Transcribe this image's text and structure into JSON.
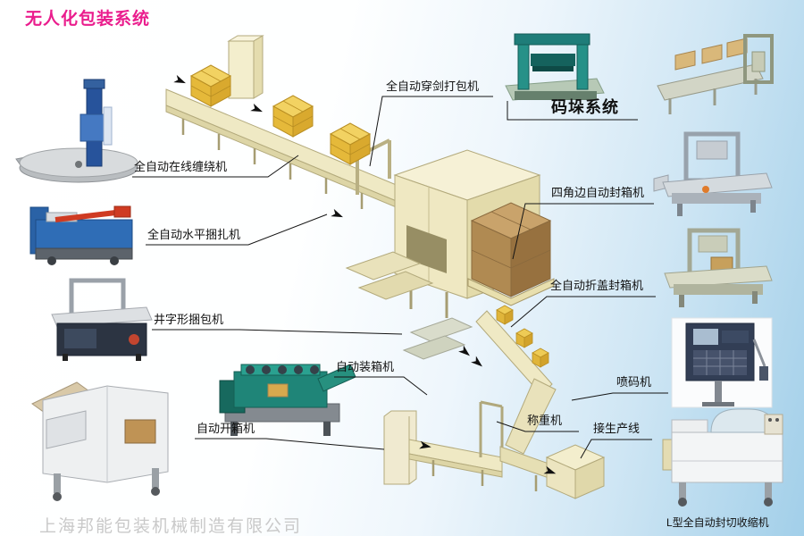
{
  "title": "无人化包装系统",
  "watermark": "上海邦能包装机械制造有限公司",
  "machines": {
    "sword_strapper": {
      "label": "全自动穿剑打包机"
    },
    "palletizing_system": {
      "label": "码垛系统"
    },
    "online_wrapper": {
      "label": "全自动在线缠绕机"
    },
    "horizontal_strapper": {
      "label": "全自动水平捆扎机"
    },
    "four_corner_sealer": {
      "label": "四角边自动封箱机"
    },
    "well_strapper": {
      "label": "井字形捆包机"
    },
    "flap_fold_sealer": {
      "label": "全自动折盖封箱机"
    },
    "case_packer": {
      "label": "自动装箱机"
    },
    "inkjet_printer": {
      "label": "喷码机"
    },
    "case_opener": {
      "label": "自动开箱机"
    },
    "weigher": {
      "label": "称重机"
    },
    "production_line": {
      "label": "接生产线"
    },
    "l_sealer": {
      "label": "L型全自动封切收缩机"
    }
  },
  "colors": {
    "title": "#ea1d8d",
    "watermark": "#c9c9c9",
    "background_right": "#a2cfe9",
    "conveyor_fill": "#efe9c4",
    "box_fill": "#edc447",
    "pallet_load_fill": "#b08a52"
  }
}
